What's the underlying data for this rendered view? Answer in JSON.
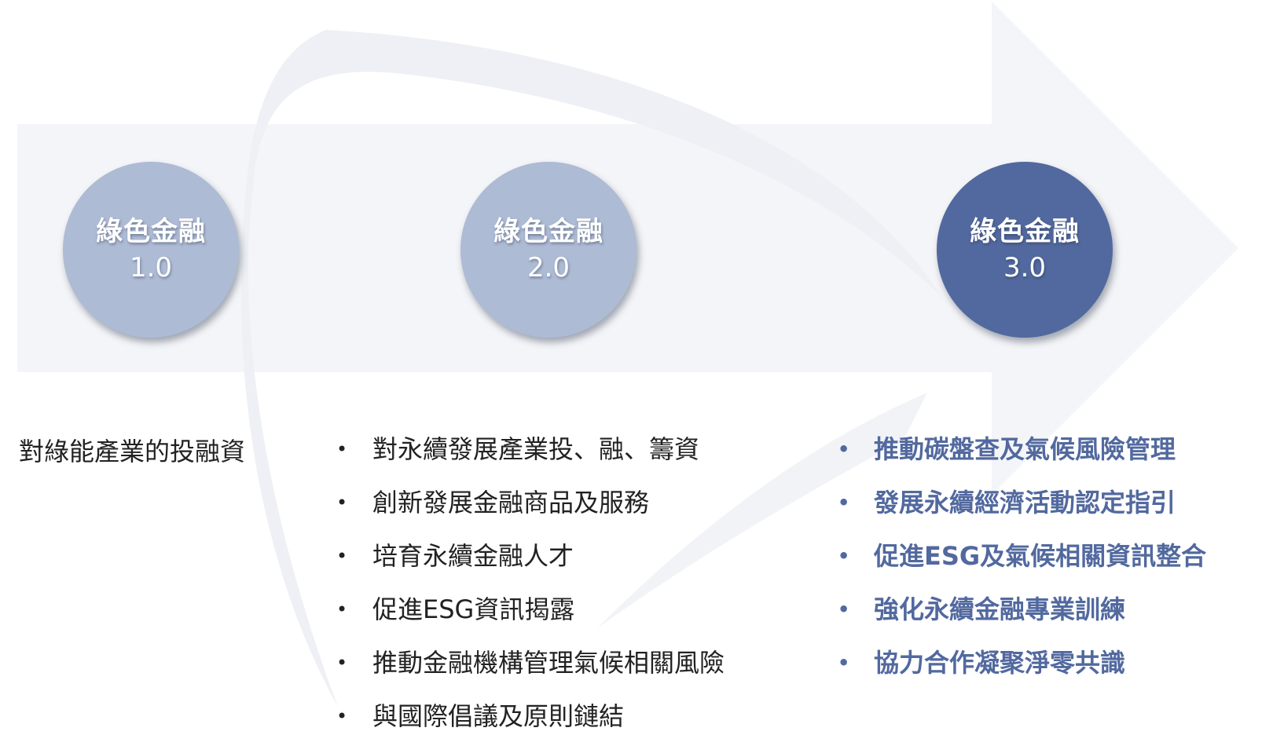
{
  "stages": [
    {
      "title": "綠色金融",
      "version": "1.0",
      "description": "對綠能產業的投融資",
      "items": []
    },
    {
      "title": "綠色金融",
      "version": "2.0",
      "items": [
        "對永續發展產業投、融、籌資",
        "創新發展金融商品及服務",
        "培育永續金融人才",
        "促進ESG資訊揭露",
        "推動金融機構管理氣候相關風險",
        "與國際倡議及原則鏈結"
      ]
    },
    {
      "title": "綠色金融",
      "version": "3.0",
      "items": [
        "推動碳盤查及氣候風險管理",
        "發展永續經濟活動認定指引",
        "促進ESG及氣候相關資訊整合",
        "強化永續金融專業訓練",
        "協力合作凝聚淨零共識"
      ]
    }
  ],
  "bullet_glyph": "•",
  "colors": {
    "circle_light": "#aebbd5",
    "circle_dark": "#52699f",
    "arrow_bg": "#f4f5f8",
    "swoosh": "#eef0f5",
    "text_dark": "#222222",
    "text_blue": "#52699f"
  }
}
